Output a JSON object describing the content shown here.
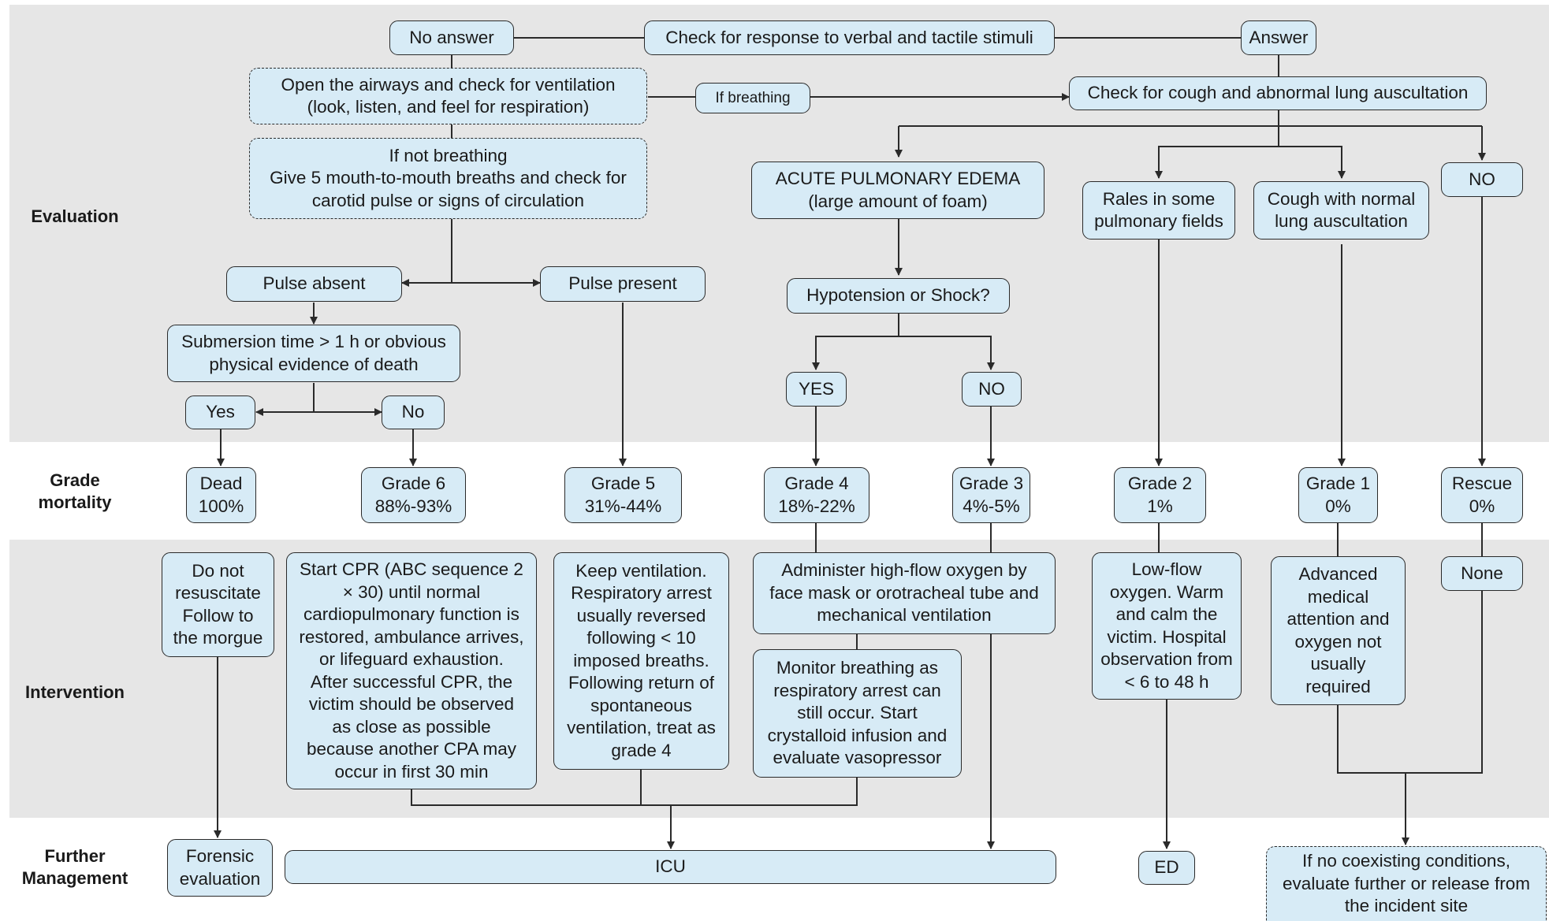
{
  "row_labels": {
    "evaluation": "Evaluation",
    "grade_mortality": "Grade\nmortality",
    "intervention": "Intervention",
    "further_management": "Further\nManagement"
  },
  "nodes": {
    "check_response": "Check for response to verbal and tactile stimuli",
    "no_answer": "No answer",
    "answer": "Answer",
    "open_airways": "Open the airways and check for ventilation\n(look, listen, and feel for respiration)",
    "if_breathing": "If breathing",
    "check_cough": "Check for cough and abnormal lung auscultation",
    "if_not_breathing": "If not breathing\nGive 5 mouth-to-mouth breaths and check for\ncarotid pulse or signs of circulation",
    "acute_pulmonary_edema": "ACUTE PULMONARY EDEMA\n(large amount of foam)",
    "rales": "Rales in some\npulmonary fields",
    "cough_normal": "Cough with normal\nlung auscultation",
    "no_cough": "NO",
    "pulse_absent": "Pulse absent",
    "pulse_present": "Pulse present",
    "hypotension": "Hypotension or Shock?",
    "submersion": "Submersion time > 1 h or obvious\nphysical evidence of death",
    "yes_shock": "YES",
    "no_shock": "NO",
    "yes_death": "Yes",
    "no_death": "No",
    "dead": "Dead\n100%",
    "grade6": "Grade 6\n88%-93%",
    "grade5": "Grade 5\n31%-44%",
    "grade4": "Grade 4\n18%-22%",
    "grade3": "Grade 3\n4%-5%",
    "grade2": "Grade 2\n1%",
    "grade1": "Grade 1\n0%",
    "rescue": "Rescue\n0%",
    "do_not_resuscitate": "Do not\nresuscitate\nFollow to\nthe morgue",
    "start_cpr": "Start CPR (ABC sequence 2\n× 30) until normal\ncardiopulmonary function is\nrestored, ambulance arrives,\nor lifeguard exhaustion.\nAfter successful CPR, the\nvictim should be observed\nas close as possible\nbecause another CPA may\noccur in first 30 min",
    "keep_ventilation": "Keep ventilation.\nRespiratory arrest\nusually reversed\nfollowing < 10\nimposed breaths.\nFollowing return of\nspontaneous\nventilation, treat as\ngrade 4",
    "high_flow_oxygen": "Administer high-flow oxygen by\nface mask or orotracheal tube and\nmechanical ventilation",
    "monitor_breathing": "Monitor breathing as\nrespiratory arrest can\nstill occur. Start\ncrystalloid infusion and\nevaluate vasopressor",
    "low_flow": "Low-flow\noxygen. Warm\nand calm the\nvictim. Hospital\nobservation from\n< 6 to 48 h",
    "advanced_medical": "Advanced\nmedical\nattention and\noxygen not\nusually\nrequired",
    "none": "None",
    "forensic": "Forensic\nevaluation",
    "icu": "ICU",
    "ed": "ED",
    "release": "If no coexisting conditions,\nevaluate further or release from\nthe incident site"
  },
  "colors": {
    "band": "#e6e6e6",
    "node_fill": "#d7ebf6",
    "stroke": "#2a2a2a"
  }
}
